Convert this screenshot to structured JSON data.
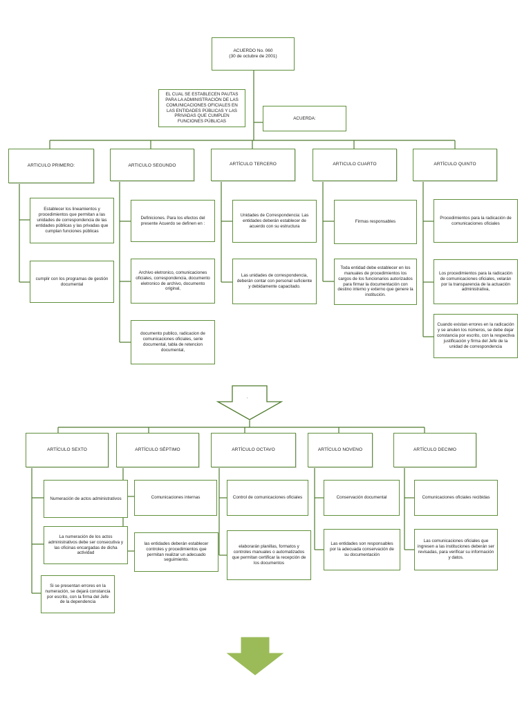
{
  "top": {
    "title_line1": "ACUERDO No. 060",
    "title_line2": "(30 de octubre de 2001)",
    "description": "EL CUAL SE ESTABLECEN PAUTAS PARA LA ADMINISTRACIÓN DE LAS COMUNICACIONES OFICIALES EN LAS ENTIDADES PÚBLICAS Y LAS PRIVADAS QUE CUMPLEN FUNCIONES PÚBLICAS",
    "acuerda": "ACUERDA:"
  },
  "section1": {
    "articulo_primero": {
      "title": "ARTICULO PRIMERO:",
      "items": [
        "Establecer los lineamientos y procedimientos que permitan a las unidades de correspondencia de las entidades públicas y las privadas que cumplan funciones públicas",
        "cumplir con los programas de gestión documental"
      ]
    },
    "articulo_segundo": {
      "title": "ARTICULO SEGUNDO",
      "items": [
        "Definiciones. Para los efectos del presente Acuerdo se definen en :",
        "Archivo eletronico, comunicaciones oficiales, correspondencia, documento eletronico de archivo, documento original,",
        "documento publico, radicacion de comunicaciones oficiales, serie documental, tabla de retencion documental,"
      ]
    },
    "articulo_tercero": {
      "title": "ARTÍCULO TERCERO",
      "items": [
        "Unidades de Correspondencia: Las entidades deberán establecer de acuerdo con su estructura",
        "Las unidades de correspondencia, deberán contar con personal suficiente y debidamente capacitado."
      ]
    },
    "articulo_cuarto": {
      "title": "ARTICULO CUARTO",
      "items": [
        "Firmas responsables",
        "Toda entidad debe establecer en los manuales de procedimientos los cargos de los funcionarios autorizados para firmar la documentación con destino interno y externo que genere la institución."
      ]
    },
    "articulo_quinto": {
      "title": "ARTÍCULO QUINTO",
      "items": [
        "Procedimientos para la radicación de comunicaciones oficiales",
        "Los procedimientos para la radicación de comunicaciones oficiales, velarán por la transparencia de la actuación administrativa,",
        "Cuando existan errores en la radicación y se anulen los números, se debe dejar constancia por escrito, con la respectiva justificación y firma del Jefe de la unidad de correspondencia"
      ]
    }
  },
  "arrow_label": ".",
  "section2": {
    "articulo_sexto": {
      "title": "ARTÍCULO SEXTO",
      "items": [
        "Numeración de actos administrativos",
        "La numeración de los actos administrativos debe ser consecutiva y las oficinas encargadas de dicha actividad",
        "Si se presentan errores en la numeración, se dejará constancia por escrito, con la firma del Jefe de la dependencia"
      ]
    },
    "articulo_septimo": {
      "title": "ARTÍCULO SÉPTIMO",
      "items": [
        "Comunicaciones internas",
        "las entidades deberán establecer controles y procedimientos que permitan realizar un adecuado seguimiento."
      ]
    },
    "articulo_octavo": {
      "title": "ARTÍCULO OCTAVO",
      "items": [
        "Control de comunicaciones oficiales",
        "elaborarán planillas, formatos y controles manuales o automatizados que permitan certificar la recepción de los documentos"
      ]
    },
    "articulo_noveno": {
      "title": "ARTÍCULO NOVENO",
      "items": [
        "Conservación documental",
        "Las entidades son responsables por la adecuada conservación de su documentación"
      ]
    },
    "articulo_decimo": {
      "title": "ARTÍCULO DECIMO",
      "items": [
        "Comunicaciones oficiales recibidas",
        "Las comunicaciones oficiales que ingresen a las instituciones deberán ser revisadas, para verificar su información y datos."
      ]
    }
  },
  "colors": {
    "border": "#5f8f3a",
    "connector": "#4e7a2c",
    "arrow_fill": "#9bbb59"
  }
}
